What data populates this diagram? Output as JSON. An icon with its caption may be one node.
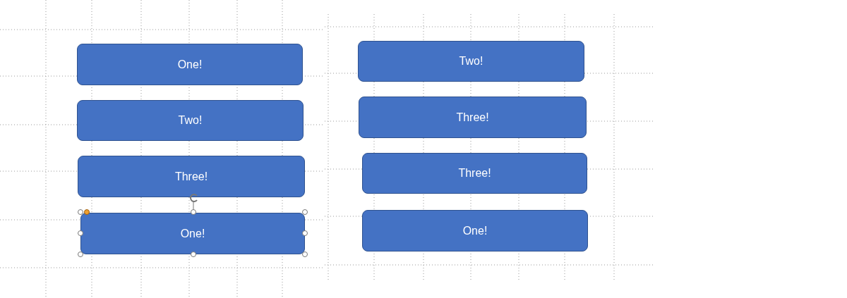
{
  "diagram": {
    "nodes": [
      {
        "text": [
          "One!"
        ]
      },
      {
        "text": [
          "Two!"
        ]
      },
      {
        "text": [
          "Three!"
        ]
      },
      {
        "text": [
          "One!"
        ]
      },
      {
        "text": [
          "Two!"
        ]
      },
      {
        "text": [
          "Three!"
        ]
      },
      {
        "text": [
          "Three!"
        ]
      },
      {
        "text": [
          "One!"
        ]
      }
    ]
  }
}
